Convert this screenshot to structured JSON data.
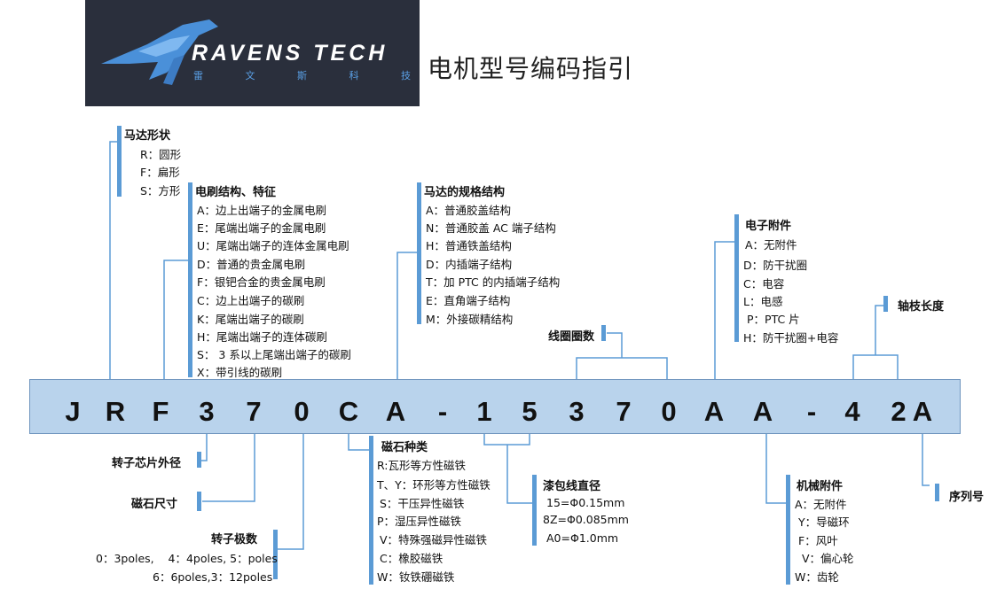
{
  "header": {
    "logo_text": "RAVENS TECH",
    "logo_subtext": "雷 文 斯 科 技",
    "title": "电机型号编码指引"
  },
  "code": [
    "J",
    "R",
    "F",
    "3",
    "7",
    "0",
    "C",
    "A",
    "-",
    "1",
    "5",
    "3",
    "7",
    "0",
    "A",
    "A",
    "-",
    "4",
    "2",
    "A"
  ],
  "groups": {
    "shape": {
      "heading": "马达形状",
      "items": [
        "R：圆形",
        "F：扁形",
        "S：方形"
      ]
    },
    "brush": {
      "heading": "电刷结构、特征",
      "items": [
        "A：边上出端子的金属电刷",
        "E：尾端出端子的金属电刷",
        "U：尾端出端子的连体金属电刷",
        "D：普通的贵金属电刷",
        "F：银钯合金的贵金属电刷",
        "C：边上出端子的碳刷",
        "K：尾端出端子的碳刷",
        "H：尾端出端子的连体碳刷",
        "S：  3 系以上尾端出端子的碳刷",
        "X：带引线的碳刷"
      ]
    },
    "spec": {
      "heading": "马达的规格结构",
      "items": [
        "A：普通胶盖结构",
        "N：普通胶盖 AC 端子结构",
        "H：普通铁盖结构",
        "D：内插端子结构",
        "T：加 PTC 的内插端子结构",
        "E：直角端子结构",
        "M：外接碳精结构"
      ]
    },
    "coil_turns": {
      "heading": "线圈圈数"
    },
    "electronic": {
      "heading": "电子附件",
      "items": [
        "A：无附件",
        "D：防干扰圈",
        "C：电容",
        "L：电感",
        "P：PTC 片",
        "H：防干扰圈+电容"
      ]
    },
    "shaft": {
      "heading": "轴枝长度"
    },
    "rotor_diameter": {
      "heading": "转子芯片外径"
    },
    "magnet_size": {
      "heading": "磁石尺寸"
    },
    "rotor_poles": {
      "heading": "转子极数",
      "items": [
        "0：3poles,    4：4poles, 5：poles",
        "6：6poles,3：12poles"
      ]
    },
    "magnet_type": {
      "heading": "磁石种类",
      "items": [
        "R:瓦形等方性磁铁",
        "T、Y：环形等方性磁铁",
        "S：干压异性磁铁",
        "P：湿压异性磁铁",
        "V：特殊强磁异性磁铁",
        "C：橡胶磁铁",
        "W：钕铁硼磁铁"
      ]
    },
    "wire_diameter": {
      "heading": "漆包线直径",
      "items": [
        "15=Φ0.15mm",
        "8Z=Φ0.085mm",
        "A0=Φ1.0mm"
      ]
    },
    "mechanical": {
      "heading": "机械附件",
      "items": [
        "A：无附件",
        "Y：导磁环",
        "F：风叶",
        "V：偏心轮",
        "W：齿轮"
      ]
    },
    "serial": {
      "heading": "序列号"
    }
  }
}
